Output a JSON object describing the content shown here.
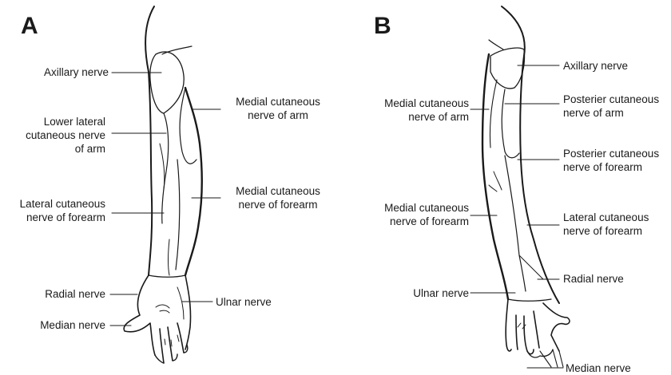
{
  "panels": {
    "a": {
      "letter": "A",
      "labels": {
        "axillary": "Axillary nerve",
        "lower_lateral_1": "Lower lateral",
        "lower_lateral_2": "cutaneous nerve",
        "lower_lateral_3": "of arm",
        "lateral_forearm_1": "Lateral cutaneous",
        "lateral_forearm_2": "nerve of forearm",
        "radial": "Radial nerve",
        "median": "Median nerve",
        "medial_arm_1": "Medial cutaneous",
        "medial_arm_2": "nerve of arm",
        "medial_forearm_1": "Medial cutaneous",
        "medial_forearm_2": "nerve of forearm",
        "ulnar": "Ulnar nerve"
      }
    },
    "b": {
      "letter": "B",
      "labels": {
        "medial_arm_1": "Medial cutaneous",
        "medial_arm_2": "nerve of arm",
        "medial_forearm_1": "Medial cutaneous",
        "medial_forearm_2": "nerve of forearm",
        "ulnar": "Ulnar nerve",
        "axillary": "Axillary nerve",
        "posterior_arm_1": "Posterier cutaneous",
        "posterior_arm_2": "nerve of arm",
        "posterior_forearm_1": "Posterier cutaneous",
        "posterior_forearm_2": "nerve of forearm",
        "lateral_forearm_1": "Lateral cutaneous",
        "lateral_forearm_2": "nerve of forearm",
        "radial": "Radial nerve",
        "median": "Median nerve"
      }
    }
  }
}
